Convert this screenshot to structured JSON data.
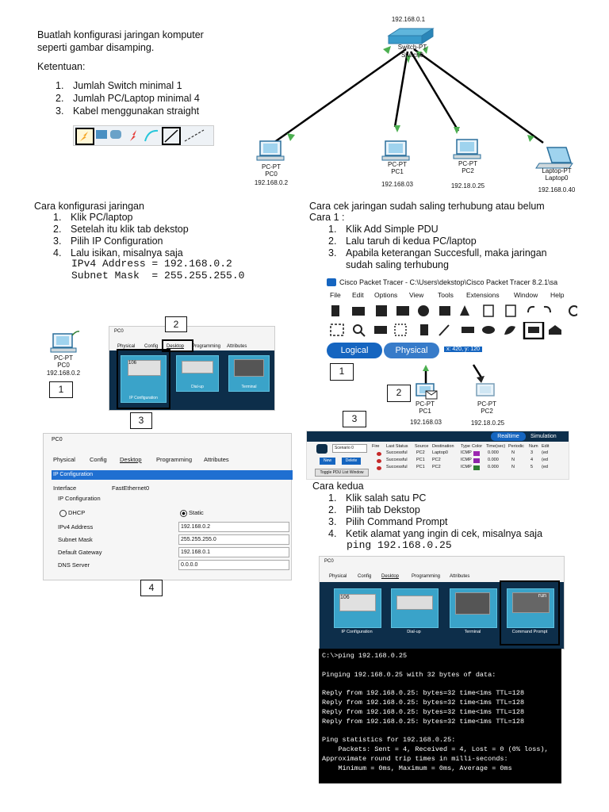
{
  "intro": {
    "line1": "Buatlah konfigurasi jaringan komputer",
    "line2": "seperti gambar disamping.",
    "ketentuan": "Ketentuan:",
    "items": [
      "Jumlah Switch minimal 1",
      "Jumlah PC/Laptop minimal 4",
      "Kabel menggunakan straight"
    ]
  },
  "topology": {
    "switch_ip": "192.168.0.1",
    "switch_label1": "Switch-PT",
    "switch_label2": "Switch0",
    "pc0": {
      "type": "PC-PT",
      "name": "PC0",
      "ip": "192.168.0.2"
    },
    "pc1": {
      "type": "PC-PT",
      "name": "PC1",
      "ip": "192.168.03"
    },
    "pc2": {
      "type": "PC-PT",
      "name": "PC2",
      "ip": "192.18.0.25"
    },
    "laptop0": {
      "type": "Laptop-PT",
      "name": "Laptop0",
      "ip": "192.168.0.40"
    }
  },
  "config": {
    "title": "Cara konfigurasi jaringan",
    "items": [
      "Klik PC/laptop",
      "Setelah itu klik tab dekstop",
      "Pilih IP Configuration",
      "Lalu isikan, misalnya saja"
    ],
    "ipv4_line": "IPv4 Address = 192.168.0.2",
    "subnet_line": "Subnet Mask  = 255.255.255.0"
  },
  "check": {
    "title": "Cara cek jaringan sudah saling terhubung atau belum",
    "cara1": "Cara 1 :",
    "items": [
      "Klik Add Simple PDU",
      "Lalu taruh di kedua PC/laptop",
      "Apabila keterangan Succesfull, maka jaringan",
      "sudah saling terhubung"
    ]
  },
  "step_numbers": [
    "1",
    "2",
    "3",
    "4"
  ],
  "pc0_window": {
    "title": "PC0",
    "tabs": [
      "Physical",
      "Config",
      "Desktop",
      "Programming",
      "Attributes"
    ],
    "tiles": [
      "IP Configuration",
      "Dial-up",
      "Terminal"
    ],
    "tile_ip_text": "106"
  },
  "pc0_small": {
    "type": "PC-PT",
    "name": "PC0",
    "ip": "192.168.0.2"
  },
  "ipconfig": {
    "title": "PC0",
    "tabs": [
      "Physical",
      "Config",
      "Desktop",
      "Programming",
      "Attributes"
    ],
    "header": "IP Configuration",
    "interface_label": "Interface",
    "interface_value": "FastEthernet0",
    "section": "IP Configuration",
    "dhcp": "DHCP",
    "static": "Static",
    "ipv4_label": "IPv4 Address",
    "ipv4_value": "192.168.0.2",
    "mask_label": "Subnet Mask",
    "mask_value": "255.255.255.0",
    "gw_label": "Default Gateway",
    "gw_value": "192.168.0.1",
    "dns_label": "DNS Server",
    "dns_value": "0.0.0.0"
  },
  "pt": {
    "title": "Cisco Packet Tracer - C:\\Users\\dekstop\\Cisco Packet Tracer 8.2.1\\sa",
    "menu": [
      "File",
      "Edit",
      "Options",
      "View",
      "Tools",
      "Extensions",
      "Window",
      "Help"
    ],
    "logical": "Logical",
    "physical": "Physical",
    "coords": "x: 420, y: 120",
    "pc1": {
      "type": "PC-PT",
      "name": "PC1",
      "ip": "192.168.03"
    },
    "pc2": {
      "type": "PC-PT",
      "name": "PC2",
      "ip": "192.18.0.25"
    }
  },
  "pdu": {
    "realtime": "Realtime",
    "simulation": "Simulation",
    "scenario": "Scenario 0",
    "new": "New",
    "delete": "Delete",
    "toggle": "Toggle PDU List Window",
    "headers": [
      "Fire",
      "Last Status",
      "Source",
      "Destination",
      "Type",
      "Color",
      "Time(sec)",
      "Periodic",
      "Num",
      "Edit"
    ],
    "rows": [
      {
        "status": "Successful",
        "src": "PC2",
        "dst": "Laptop0",
        "type": "ICMP",
        "color": "#9c27b0",
        "time": "0.000",
        "per": "N",
        "num": "3",
        "edit": "(ed"
      },
      {
        "status": "Successful",
        "src": "PC1",
        "dst": "PC2",
        "type": "ICMP",
        "color": "#8e24aa",
        "time": "0.000",
        "per": "N",
        "num": "4",
        "edit": "(ed"
      },
      {
        "status": "Successful",
        "src": "PC1",
        "dst": "PC2",
        "type": "ICMP",
        "color": "#2e7d32",
        "time": "0.000",
        "per": "N",
        "num": "5",
        "edit": "(ed"
      }
    ]
  },
  "kedua": {
    "title": "Cara kedua",
    "items": [
      "Klik salah satu PC",
      "Pilih tab Dekstop",
      "Pilih Command Prompt",
      "Ketik alamat yang ingin di cek, misalnya saja"
    ],
    "ping_line": "ping 192.168.0.25"
  },
  "pc0_window2": {
    "title": "PC0",
    "tabs": [
      "Physical",
      "Config",
      "Desktop",
      "Programming",
      "Attributes"
    ],
    "tiles": [
      "IP Configuration",
      "Dial-up",
      "Terminal",
      "Command Prompt"
    ],
    "tile_ip_text": "106",
    "run_text": "run"
  },
  "terminal": {
    "lines": [
      "C:\\>ping 192.168.0.25",
      "",
      "Pinging 192.168.0.25 with 32 bytes of data:",
      "",
      "Reply from 192.168.0.25: bytes=32 time<1ms TTL=128",
      "Reply from 192.168.0.25: bytes=32 time<1ms TTL=128",
      "Reply from 192.168.0.25: bytes=32 time<1ms TTL=128",
      "Reply from 192.168.0.25: bytes=32 time<1ms TTL=128",
      "",
      "Ping statistics for 192.168.0.25:",
      "    Packets: Sent = 4, Received = 4, Lost = 0 (0% loss),",
      "Approximate round trip times in milli-seconds:",
      "    Minimum = 0ms, Maximum = 0ms, Average = 0ms"
    ]
  },
  "colors": {
    "accent": "#3aa3c9",
    "link": "#2e7d32",
    "pt_blue": "#1565c0"
  }
}
